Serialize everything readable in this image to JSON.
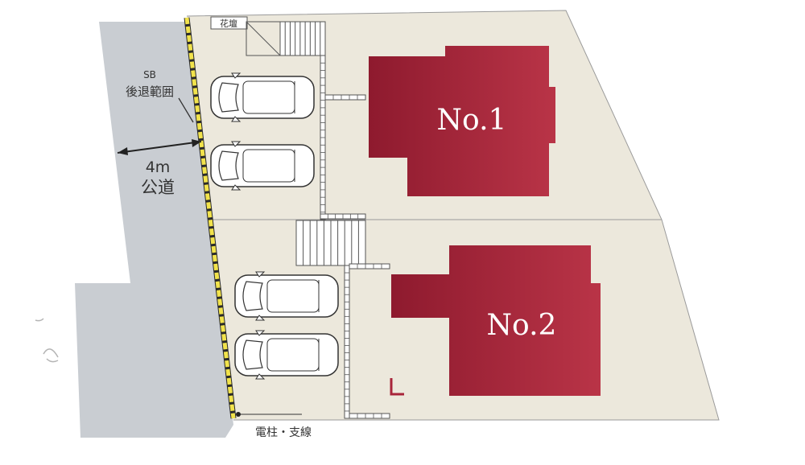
{
  "road": {
    "setback_label_line1": "SB",
    "setback_label_line2": "後退範囲",
    "width_label": "4m",
    "type_label": "公道"
  },
  "lots": [
    {
      "label": "No.1"
    },
    {
      "label": "No.2"
    }
  ],
  "labels": {
    "flowerbed": "花壇",
    "utility_pole": "電柱・支線"
  },
  "colors": {
    "road": "#c9cdd2",
    "lot": "#ece8dc",
    "house": "#a8243a",
    "setback_line": "#f2e34c"
  }
}
